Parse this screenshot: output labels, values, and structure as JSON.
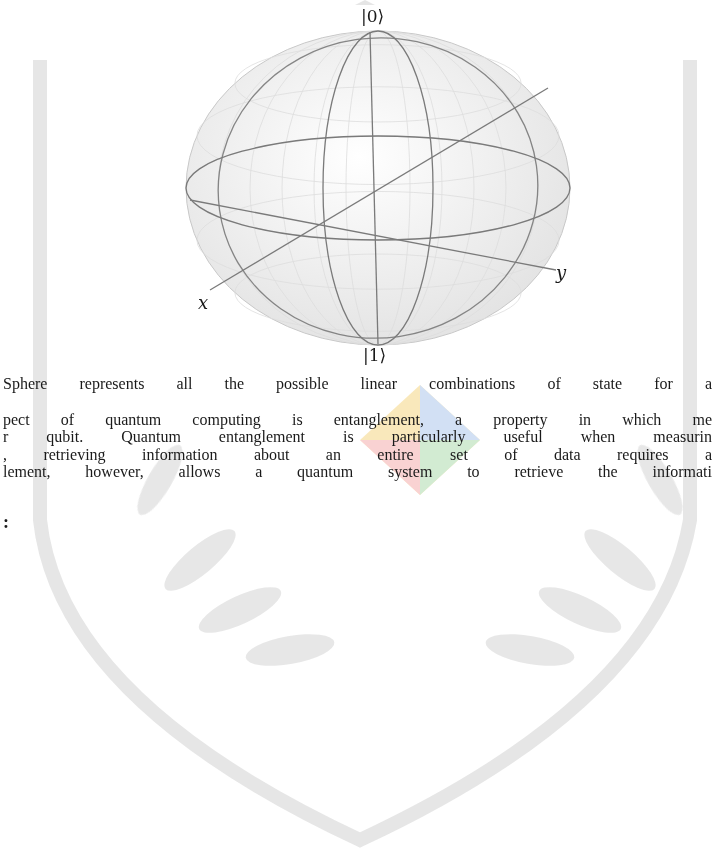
{
  "diagram": {
    "labels": [
      "|0⟩",
      "x",
      "y",
      "|1⟩",
      "Sphere represents all the possible linear combinations of state for a",
      "pect of quantum computing is entanglement, a property in which me",
      "r qubit. Quantum entanglement is particularly useful when measurin",
      ", retrieving information about an entire set of data requires a",
      "lement, however, allows a quantum system to retrieve the informati",
      ":"
    ]
  }
}
